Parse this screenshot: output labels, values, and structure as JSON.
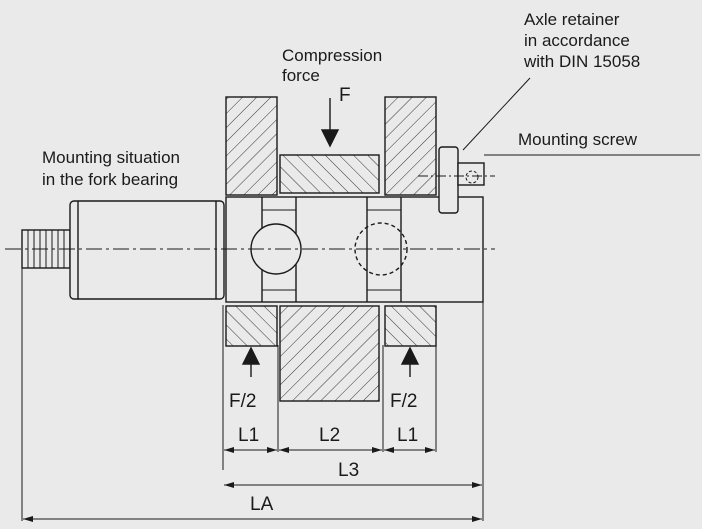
{
  "labels": {
    "compression_force": "Compression\nforce",
    "force": "F",
    "axle_retainer": "Axle retainer\nin accordance\nwith DIN 15058",
    "mounting_screw": "Mounting screw",
    "mounting_situation": "Mounting situation\nin the fork bearing",
    "half_force_left": "F/2",
    "half_force_right": "F/2",
    "dim_l1_left": "L1",
    "dim_l2": "L2",
    "dim_l1_right": "L1",
    "dim_l3": "L3",
    "dim_la": "LA"
  },
  "colors": {
    "background": "#eaeaea",
    "line": "#1a1a1a",
    "hatch": "#333333"
  }
}
